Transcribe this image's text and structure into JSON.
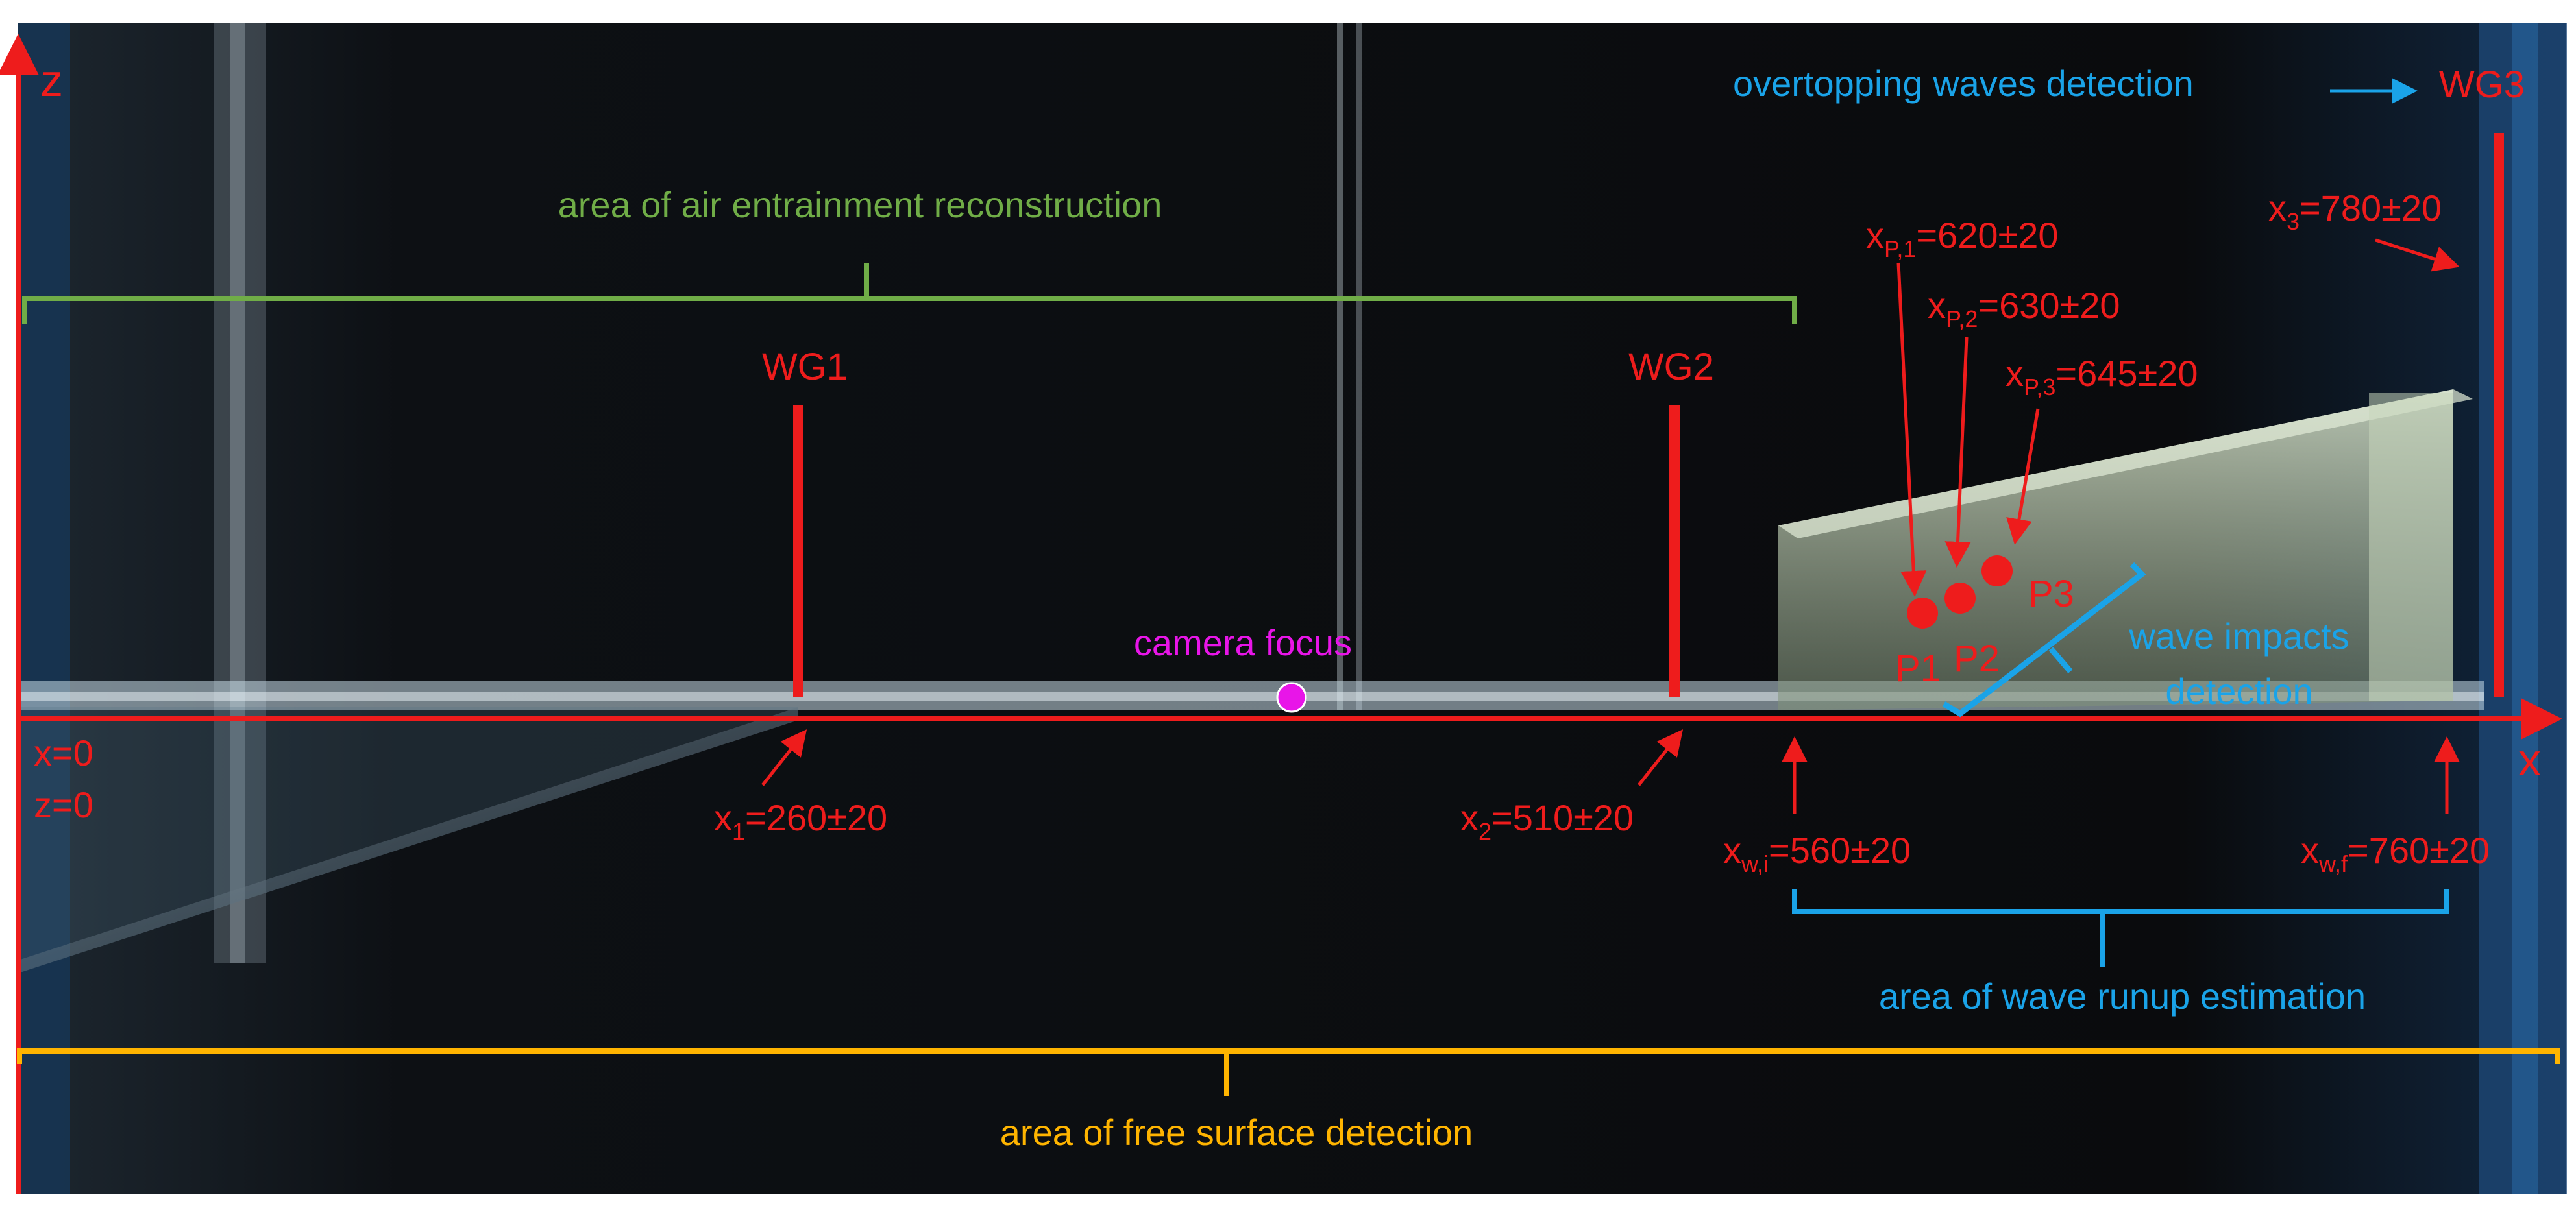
{
  "colors": {
    "red": "#ee1c1c",
    "green": "#70ad47",
    "cyan": "#1aa3e8",
    "orange": "#ffb400",
    "magenta": "#e815e8",
    "photo_dark": "#0b0c0e",
    "water": "#c9dde8",
    "glass": "#b8c9b0"
  },
  "axes": {
    "z_label": "z",
    "x_label": "x",
    "origin_x": "x=0",
    "origin_z": "z=0"
  },
  "regions": {
    "air_entrainment": "area of air entrainment reconstruction",
    "free_surface": "area of free surface detection",
    "wave_runup": "area of wave runup estimation",
    "wave_impacts_line1": "wave impacts",
    "wave_impacts_line2": "detection",
    "overtopping": "overtopping waves detection"
  },
  "gauges": {
    "wg1": "WG1",
    "wg2": "WG2",
    "wg3": "WG3"
  },
  "positions": {
    "x1": {
      "base": "x",
      "sub": "1",
      "value": "=260±20"
    },
    "x2": {
      "base": "x",
      "sub": "2",
      "value": "=510±20"
    },
    "x3": {
      "base": "x",
      "sub": "3",
      "value": "=780±20"
    },
    "xwi": {
      "base": "x",
      "sub": "w,i",
      "value": "=560±20"
    },
    "xwf": {
      "base": "x",
      "sub": "w,f",
      "value": "=760±20"
    },
    "xp1": {
      "base": "x",
      "sub": "P,1",
      "value": "=620±20"
    },
    "xp2": {
      "base": "x",
      "sub": "P,2",
      "value": "=630±20"
    },
    "xp3": {
      "base": "x",
      "sub": "P,3",
      "value": "=645±20"
    }
  },
  "probes": {
    "p1": "P1",
    "p2": "P2",
    "p3": "P3"
  },
  "camera": "camera focus"
}
